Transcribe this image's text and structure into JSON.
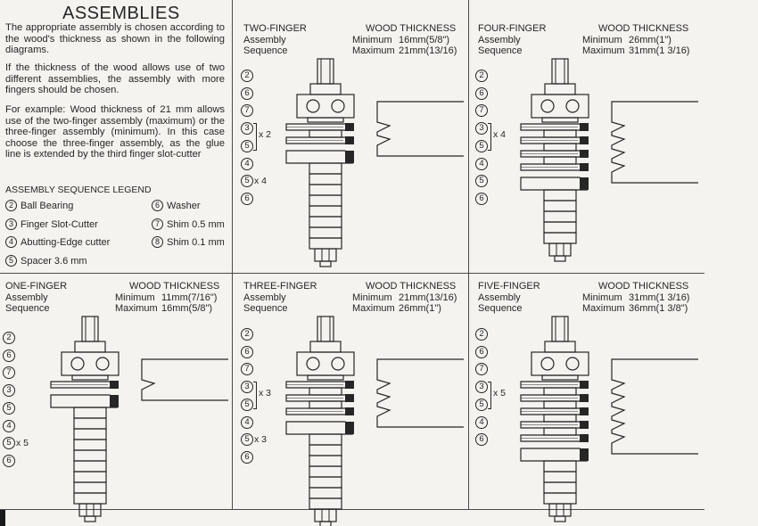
{
  "title": "ASSEMBLIES",
  "paragraphs": [
    "The appropriate assembly is chosen according to the wood's thickness as shown in the following diagrams.",
    "If the thickness of the wood allows use of two different assemblies, the assembly with more fingers should be chosen.",
    "For example: Wood thickness of 21 mm allows use of the two-finger assembly (maximum) or the three-finger assembly (minimum). In this case choose the three-finger assembly, as the glue line is extended by the third finger slot-cutter"
  ],
  "legend": {
    "title": "ASSEMBLY SEQUENCE LEGEND",
    "items": [
      {
        "num": "2",
        "label": "Ball Bearing"
      },
      {
        "num": "6",
        "label": "Washer"
      },
      {
        "num": "3",
        "label": "Finger Slot-Cutter"
      },
      {
        "num": "7",
        "label": "Shim 0.5 mm"
      },
      {
        "num": "4",
        "label": "Abutting-Edge cutter"
      },
      {
        "num": "8",
        "label": "Shim 0.1 mm"
      },
      {
        "num": "5",
        "label": "Spacer 3.6 mm"
      }
    ]
  },
  "panels": {
    "one": {
      "name": "ONE-FINGER",
      "line2": "Assembly",
      "line3": "Sequence",
      "wood": "WOOD THICKNESS",
      "min_label": "Minimum",
      "min_val": "11mm(7/16\")",
      "max_label": "Maximum",
      "max_val": "16mm(5/8\")",
      "sequence": [
        "2",
        "6",
        "7",
        "3",
        "5",
        "4",
        "5",
        "6"
      ],
      "notes": {
        "x5": "x 5"
      }
    },
    "two": {
      "name": "TWO-FINGER",
      "line2": "Assembly",
      "line3": "Sequence",
      "wood": "WOOD THICKNESS",
      "min_label": "Minimum",
      "min_val": "16mm(5/8\")",
      "max_label": "Maximum",
      "max_val": "21mm(13/16)",
      "sequence": [
        "2",
        "6",
        "7",
        "3",
        "5",
        "4",
        "5",
        "6"
      ],
      "notes": {
        "brace": "x 2",
        "x4": "x 4"
      }
    },
    "three": {
      "name": "THREE-FINGER",
      "line2": "Assembly",
      "line3": "Sequence",
      "wood": "WOOD THICKNESS",
      "min_label": "Minimum",
      "min_val": "21mm(13/16)",
      "max_label": "Maximum",
      "max_val": "26mm(1\")",
      "sequence": [
        "2",
        "6",
        "7",
        "3",
        "5",
        "4",
        "5",
        "6"
      ],
      "notes": {
        "brace": "x 3",
        "x3": "x 3"
      }
    },
    "four": {
      "name": "FOUR-FINGER",
      "line2": "Assembly",
      "line3": "Sequence",
      "wood": "WOOD THICKNESS",
      "min_label": "Minimum",
      "min_val": "26mm(1\")",
      "max_label": "Maximum",
      "max_val": "31mm(1  3/16)",
      "sequence": [
        "2",
        "6",
        "7",
        "3",
        "5",
        "4",
        "5",
        "6"
      ],
      "notes": {
        "brace": "x 4"
      }
    },
    "five": {
      "name": "FIVE-FINGER",
      "line2": "Assembly",
      "line3": "Sequence",
      "wood": "WOOD THICKNESS",
      "min_label": "Minimum",
      "min_val": "31mm(1  3/16)",
      "max_label": "Maximum",
      "max_val": "36mm(1  3/8\")",
      "sequence": [
        "2",
        "6",
        "7",
        "3",
        "5",
        "4",
        "6"
      ],
      "notes": {
        "brace": "x 5"
      }
    }
  }
}
